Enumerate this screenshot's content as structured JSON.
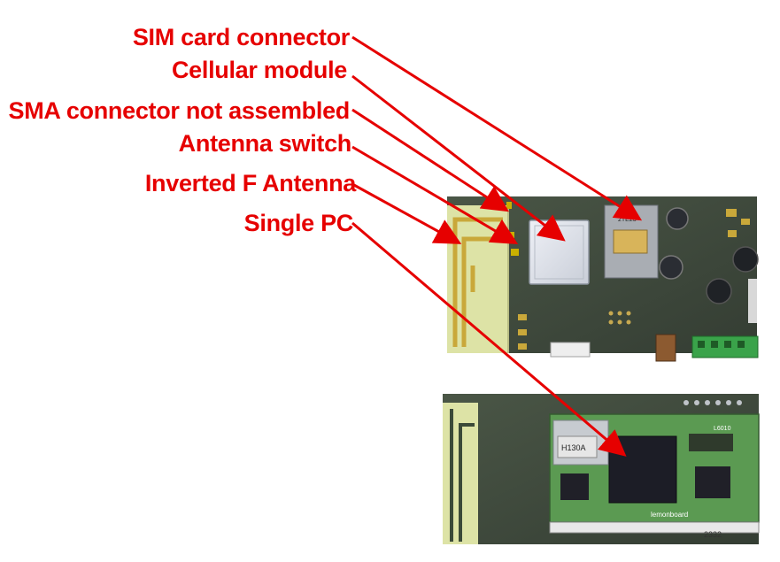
{
  "labels": {
    "sim_card_connector": "SIM card connector",
    "cellular_module": "Cellular module",
    "sma_connector": "SMA connector not assembled",
    "antenna_switch": "Antenna switch",
    "inverted_f_antenna": "Inverted F Antenna",
    "single_pc": "Single PC"
  },
  "board_print": {
    "serial": "2332",
    "brand": "lemonboard",
    "sd_card": "H130A",
    "sim_id": "2TE23",
    "module_mark": "L6010"
  },
  "colors": {
    "label": "#e60000",
    "arrow": "#e60000",
    "pcb": "#3f4a3d",
    "antenna_area": "#dde3a6",
    "antenna_trace": "#c9a83a",
    "shield": "#dfe3ea",
    "chip": "#1c1d26"
  }
}
